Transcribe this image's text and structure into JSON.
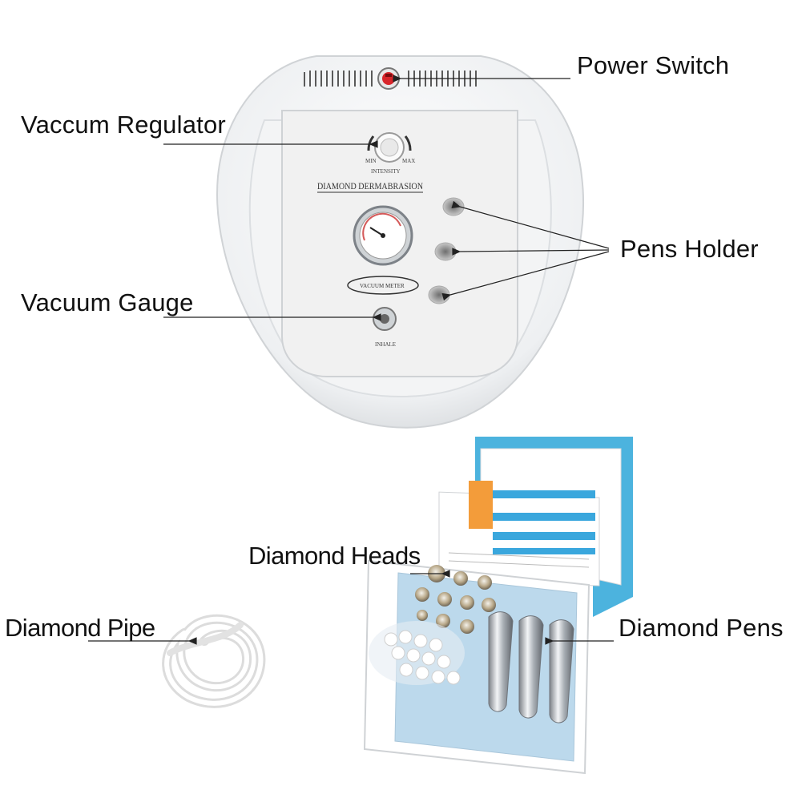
{
  "labels": {
    "power_switch": "Power Switch",
    "vacuum_regulator": "Vaccum Regulator",
    "pens_holder": "Pens Holder",
    "vacuum_gauge": "Vacuum Gauge",
    "diamond_heads": "Diamond Heads",
    "diamond_pipe": "Diamond Pipe",
    "diamond_pens": "Diamond Pens"
  },
  "device": {
    "title": "DIAMOND DERMABRASION",
    "intensity": "INTENSITY",
    "min": "MIN",
    "max": "MAX",
    "vacuum_meter": "VACUUM METER",
    "inhale": "INHALE"
  },
  "colors": {
    "box_blue": "#4cb3de",
    "foam": "#bcd9ec",
    "device_white": "#f6f7f8",
    "power_red": "#d8252a"
  }
}
